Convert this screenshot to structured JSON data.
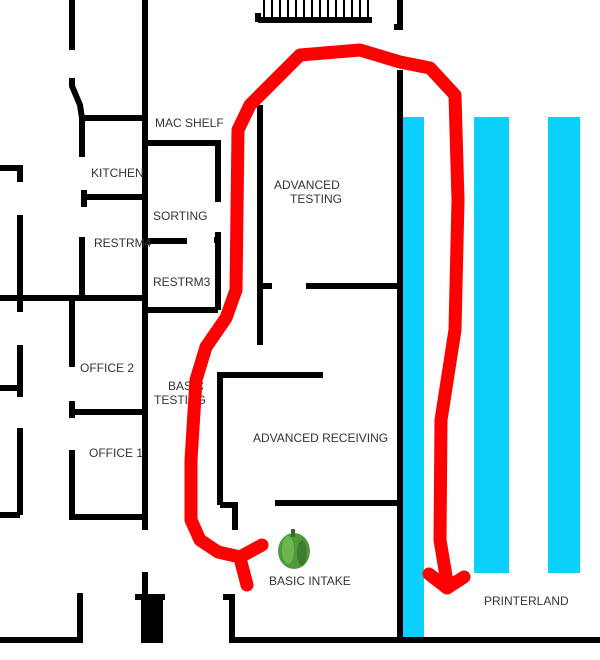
{
  "rooms": {
    "mac_shelf": "MAC SHELF",
    "kitchen": "KITCHEN",
    "sorting": "SORTING",
    "restrm4": "RESTRM4",
    "restrm3": "RESTRM3",
    "advanced_testing_1": "ADVANCED",
    "advanced_testing_2": "TESTING",
    "office2": "OFFICE 2",
    "office1": "OFFICE 1",
    "basic_testing_1": "BASIC",
    "basic_testing_2": "TESTING",
    "advanced_receiving": "ADVANCED RECEIVING",
    "basic_intake": "BASIC INTAKE",
    "printerland": "PRINTERLAND"
  },
  "colors": {
    "route": "#ff0000",
    "racks": "#0bd0fb",
    "walls": "#000000"
  },
  "markers": {
    "pepper": "green-pepper-icon"
  }
}
